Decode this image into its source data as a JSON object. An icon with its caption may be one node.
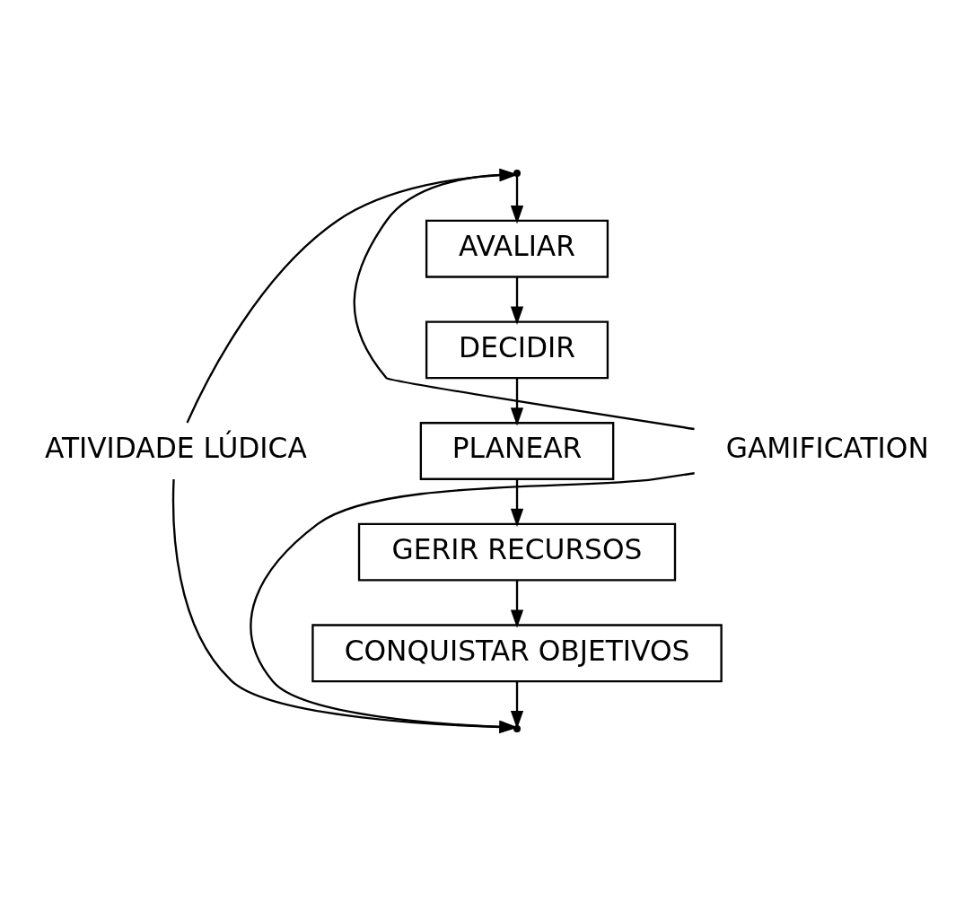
{
  "diagram": {
    "nodes": [
      {
        "text": [
          "AVALIAR"
        ]
      },
      {
        "text": [
          "DECIDIR"
        ]
      },
      {
        "text": [
          "PLANEAR"
        ]
      },
      {
        "text": [
          "GERIR RECURSOS"
        ]
      },
      {
        "text": [
          "CONQUISTAR OBJETIVOS"
        ]
      },
      {
        "text": [
          "ATIVIDADE LÚDICA"
        ]
      },
      {
        "text": [
          "GAMIFICATION"
        ]
      },
      {
        "text": [],
        "shape": "point"
      },
      {
        "text": [],
        "shape": "point"
      }
    ],
    "edges": [
      {
        "from": 7,
        "to": 0,
        "arrow": "to"
      },
      {
        "from": 0,
        "to": 1,
        "arrow": "to"
      },
      {
        "from": 1,
        "to": 2,
        "arrow": "to"
      },
      {
        "from": 2,
        "to": 3,
        "arrow": "to"
      },
      {
        "from": 3,
        "to": 4,
        "arrow": "to"
      },
      {
        "from": 4,
        "to": 8,
        "arrow": "to"
      },
      {
        "from": 5,
        "to": 7,
        "arrow": "to"
      },
      {
        "from": 6,
        "to": 7,
        "arrow": "to"
      },
      {
        "from": 5,
        "to": 8,
        "arrow": "to"
      },
      {
        "from": 6,
        "to": 8,
        "arrow": "to"
      }
    ]
  }
}
